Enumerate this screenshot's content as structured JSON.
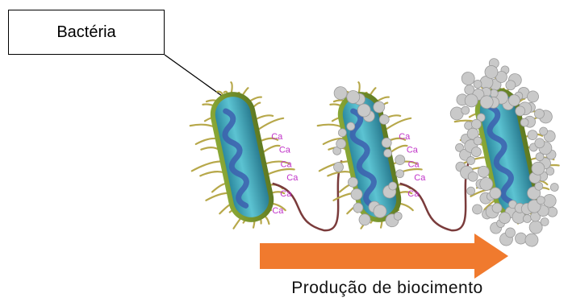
{
  "label": {
    "text": "Bactéria"
  },
  "caption": {
    "text": "Produção de biocimento"
  },
  "ion_label": "Ca",
  "stages": [
    {
      "name": "stage-1",
      "coating": "none"
    },
    {
      "name": "stage-2",
      "coating": "partial"
    },
    {
      "name": "stage-3",
      "coating": "full"
    }
  ],
  "colors": {
    "arrow": "#F07A2E",
    "cell_body": "#3BA3B8",
    "cell_outline": "#6E8A2A",
    "pili": "#B7A84A",
    "nucleoid": "#3C5FAE",
    "flagellum": "#7A3B3B",
    "ion_text": "#C032C8",
    "calcite": "#C9C9C9"
  }
}
